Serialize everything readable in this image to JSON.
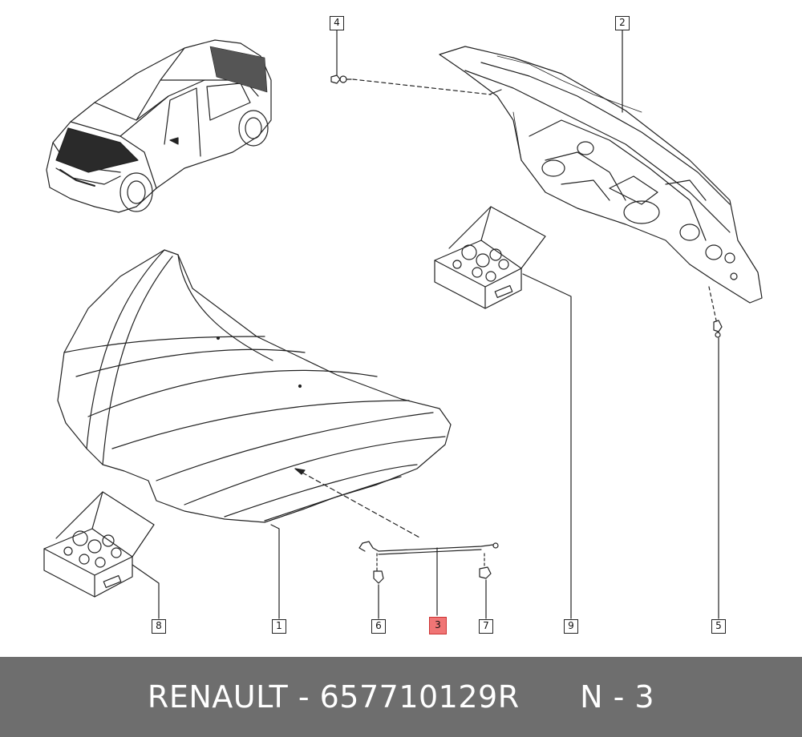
{
  "callouts": {
    "c1": "1",
    "c2": "2",
    "c3": "3",
    "c4": "4",
    "c5": "5",
    "c6": "6",
    "c7": "7",
    "c8": "8",
    "c9": "9"
  },
  "footer": {
    "brand": "RENAULT",
    "separator": " - ",
    "part_number": "657710129R",
    "position_label": "N - 3"
  },
  "colors": {
    "highlight": "#f07575",
    "footer_bg": "#6e6e6e",
    "line": "#222222"
  }
}
